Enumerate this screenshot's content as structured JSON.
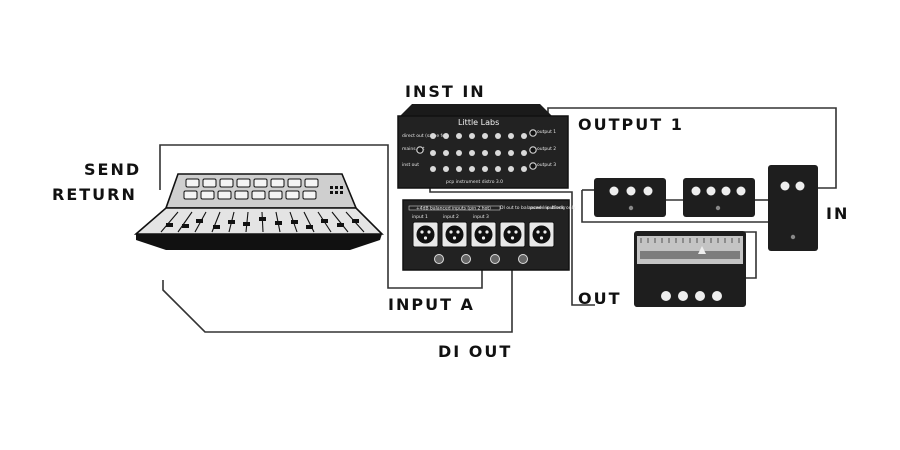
{
  "labels": {
    "send": "SEND",
    "return": "RETURN",
    "inst_in": "INST IN",
    "output_1": "OUTPUT 1",
    "input_a": "INPUT A",
    "di_out": "DI OUT",
    "out": "OUT",
    "in": "IN"
  },
  "device_text": {
    "brand": "Little Labs",
    "model": "pcp instrument distro 3.0",
    "xlr_header": "+4dB balanced inputs (pin 2 hot)",
    "di_header": "DI out to balanced input only",
    "power_header": "power in 48vdc only",
    "input_1": "input 1",
    "input_2": "input 2",
    "input_3": "input 3",
    "side_left_1": "direct out (same for)",
    "side_left_2": "mains out",
    "side_left_3": "inst out",
    "output_1": "output 1",
    "output_2": "output 2",
    "output_3": "output 3"
  },
  "colors": {
    "device_dark": "#1e1e1e",
    "console_body": "#dcdcdc",
    "cable": "#333333",
    "panel_light": "#e8e8e8"
  },
  "icons": [
    "xlr-connector-icon",
    "knob-icon",
    "footswitch-icon",
    "jack-icon"
  ]
}
